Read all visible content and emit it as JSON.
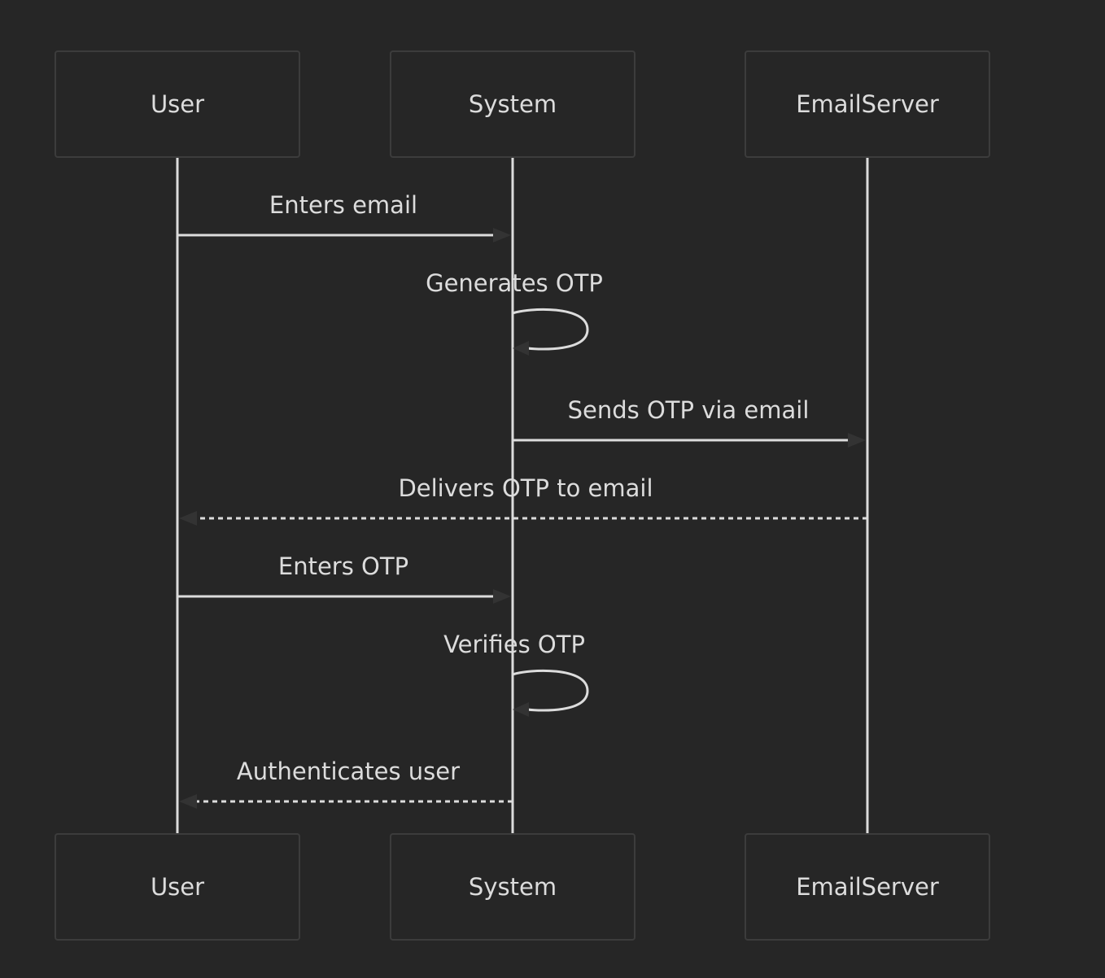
{
  "actors": [
    {
      "id": "user",
      "label": "User"
    },
    {
      "id": "system",
      "label": "System"
    },
    {
      "id": "email",
      "label": "EmailServer"
    }
  ],
  "messages": [
    {
      "from": "user",
      "to": "system",
      "label": "Enters email",
      "style": "solid"
    },
    {
      "from": "system",
      "to": "system",
      "label": "Generates OTP",
      "style": "solid"
    },
    {
      "from": "system",
      "to": "email",
      "label": "Sends OTP via email",
      "style": "solid"
    },
    {
      "from": "email",
      "to": "user",
      "label": "Delivers OTP to email",
      "style": "dashed"
    },
    {
      "from": "user",
      "to": "system",
      "label": "Enters OTP",
      "style": "solid"
    },
    {
      "from": "system",
      "to": "system",
      "label": "Verifies OTP",
      "style": "solid"
    },
    {
      "from": "system",
      "to": "user",
      "label": "Authenticates user",
      "style": "dashed"
    }
  ],
  "colors": {
    "background": "#262626",
    "line": "#dcdcdc",
    "box_border": "#3c3c3c",
    "text": "#dcdcdc"
  }
}
